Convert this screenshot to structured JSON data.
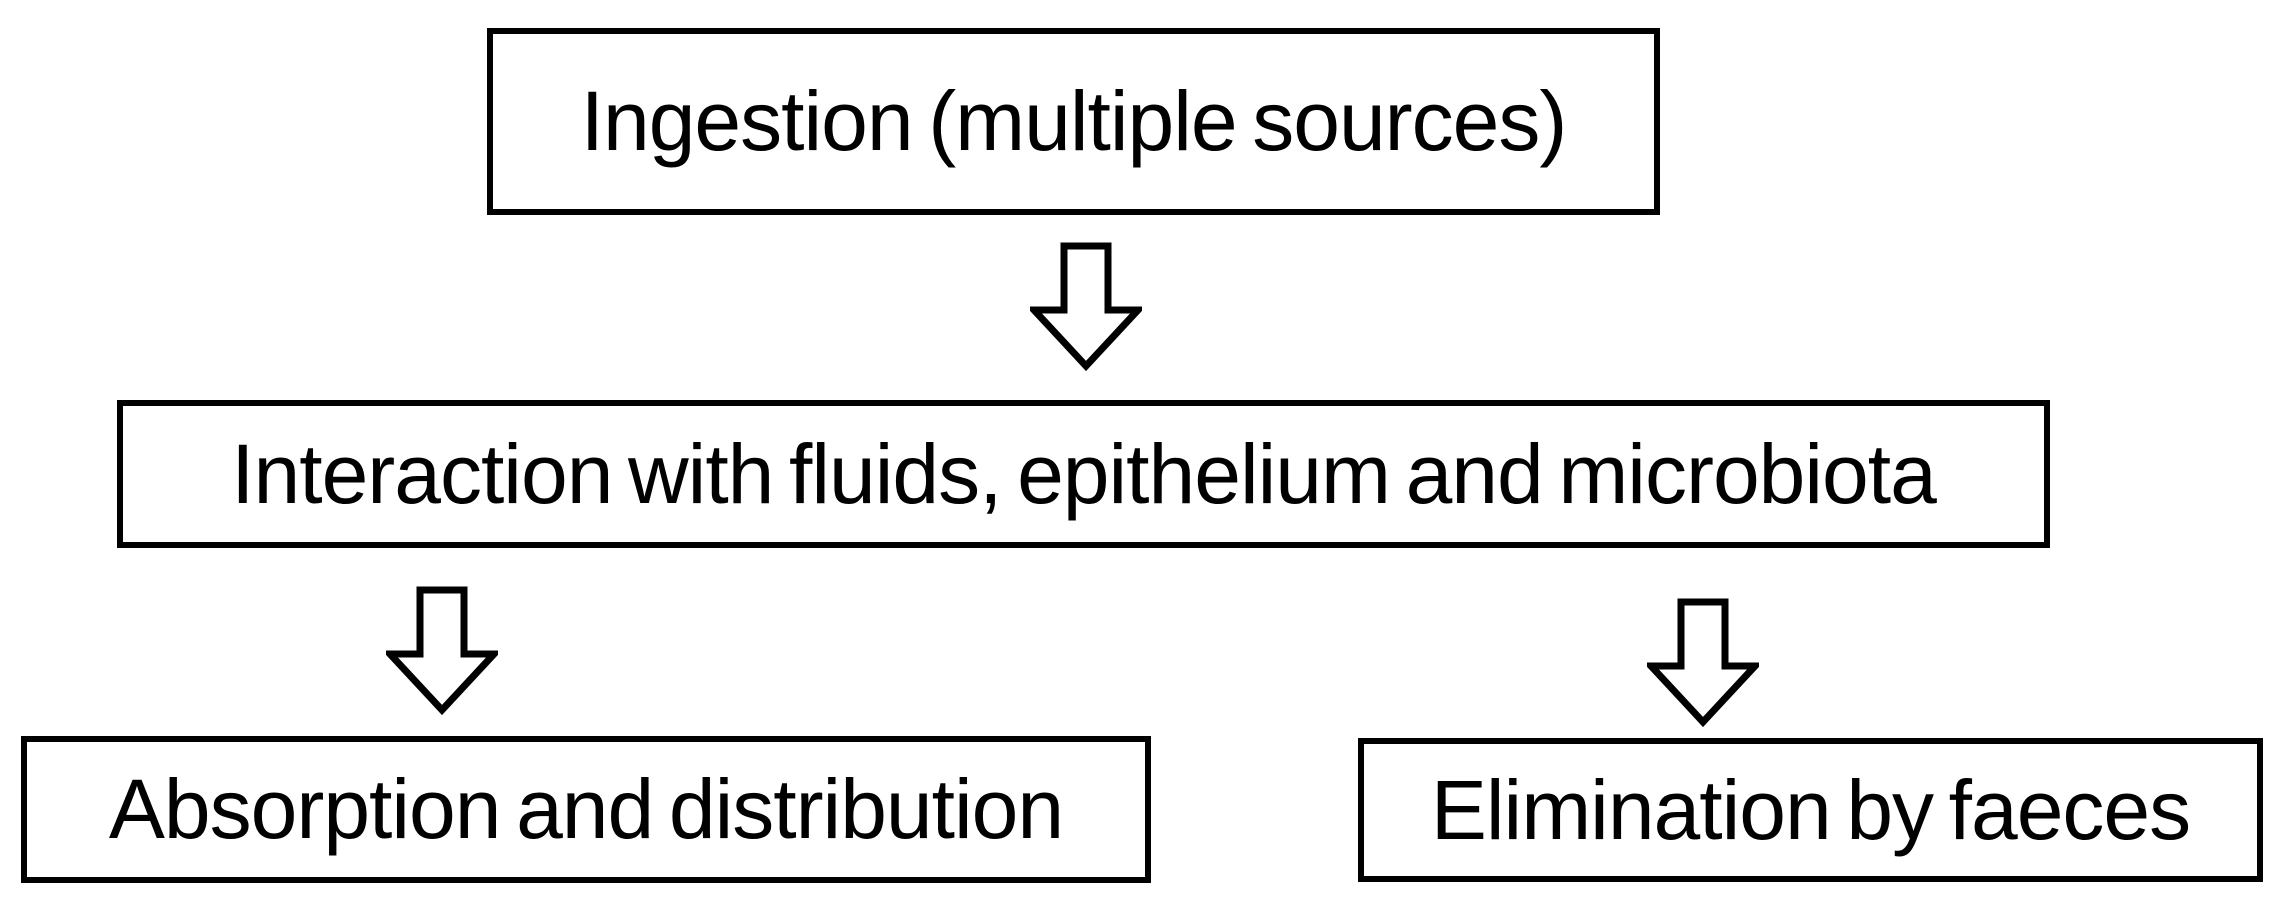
{
  "diagram": {
    "type": "flowchart",
    "direction": "top-down",
    "colors": {
      "background": "#ffffff",
      "node_fill": "#ffffff",
      "node_border": "#000000",
      "text": "#000000",
      "arrow_fill": "#ffffff",
      "arrow_outline": "#000000"
    },
    "nodes": [
      {
        "id": "ingestion",
        "label": "Ingestion (multiple sources)"
      },
      {
        "id": "interaction",
        "label": "Interaction with fluids, epithelium and microbiota"
      },
      {
        "id": "absorption",
        "label": "Absorption and distribution"
      },
      {
        "id": "elimination",
        "label": "Elimination by faeces"
      }
    ],
    "edges": [
      {
        "from": "ingestion",
        "to": "interaction",
        "style": "hollow-block-down-arrow"
      },
      {
        "from": "interaction",
        "to": "absorption",
        "style": "hollow-block-down-arrow"
      },
      {
        "from": "interaction",
        "to": "elimination",
        "style": "hollow-block-down-arrow"
      }
    ]
  }
}
